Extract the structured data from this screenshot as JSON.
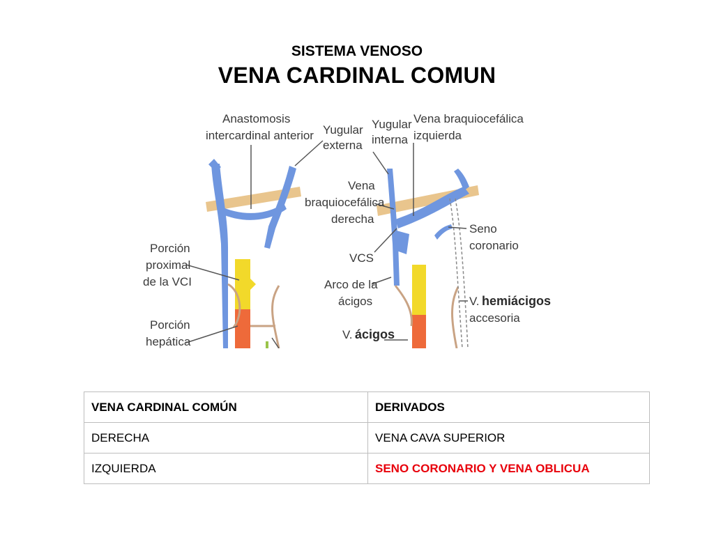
{
  "header": {
    "subtitle": "SISTEMA VENOSO",
    "title": "VENA CARDINAL COMUN"
  },
  "figure": {
    "labels": {
      "anastomosis_1": "Anastomosis",
      "anastomosis_2": "intercardinal anterior",
      "yugular_externa_1": "Yugular",
      "yugular_externa_2": "externa",
      "yugular_interna_1": "Yugular",
      "yugular_interna_2": "interna",
      "braquio_izq_1": "Vena braquiocefálica",
      "braquio_izq_2": "izquierda",
      "porcion_proximal_1": "Porción",
      "porcion_proximal_2": "proximal",
      "porcion_proximal_3": "de la VCI",
      "porcion_hepatica_1": "Porción",
      "porcion_hepatica_2": "hepática",
      "braquio_der_1": "Vena",
      "braquio_der_2": "braquiocefálica",
      "braquio_der_3": "derecha",
      "vcs": "VCS",
      "arco_1": "Arco de la",
      "arco_2": "ácigos",
      "v_acigos_prefix": "V.",
      "v_acigos_bold": "ácigos",
      "seno_1": "Seno",
      "seno_2": "coronario",
      "hemiacigos_prefix": "V.",
      "hemiacigos_bold": "hemiácigos",
      "hemiacigos_2": "accesoria"
    }
  },
  "table": {
    "header": [
      "VENA CARDINAL COMÚN",
      "DERIVADOS"
    ],
    "rows": [
      [
        "DERECHA",
        "VENA CAVA SUPERIOR"
      ],
      [
        "IZQUIERDA",
        "SENO CORONARIO  Y VENA OBLICUA"
      ]
    ],
    "highlight_color": "#e8000b"
  }
}
